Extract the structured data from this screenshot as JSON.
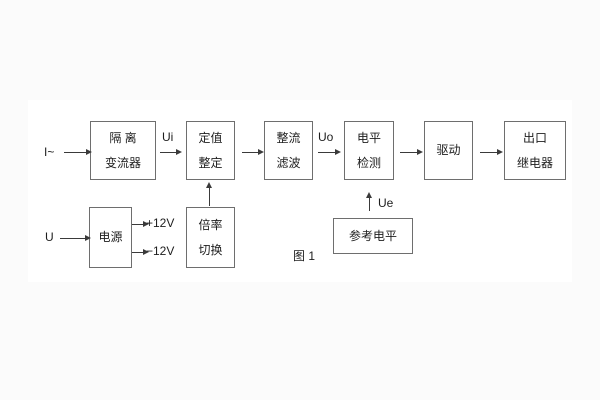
{
  "figure": {
    "caption": "图 1",
    "colors": {
      "bg": "#fbfbfb",
      "paper": "#ffffff",
      "border": "#6e6e6e",
      "line": "#3a3a3a",
      "ink": "#1d1d1d"
    },
    "blocks": {
      "isolation_transformer": {
        "line1": "隔 离",
        "line2": "变流器"
      },
      "setpoint_adjust": {
        "line1": "定值",
        "line2": "整定"
      },
      "rectify_filter": {
        "line1": "整流",
        "line2": "滤波"
      },
      "level_detect": {
        "line1": "电平",
        "line2": "检测"
      },
      "drive": {
        "line1": "驱动"
      },
      "output_relay": {
        "line1": "出口",
        "line2": "继电器"
      },
      "power_supply": {
        "line1": "电源"
      },
      "ratio_switch": {
        "line1": "倍率",
        "line2": "切换"
      },
      "reference_level": {
        "line1": "参考电平"
      }
    },
    "labels": {
      "input_current": "I~",
      "input_voltage": "U",
      "ui": "Ui",
      "uo": "Uo",
      "ue": "Ue",
      "plus_12v": "+12V",
      "minus_12v": "−12V"
    }
  }
}
